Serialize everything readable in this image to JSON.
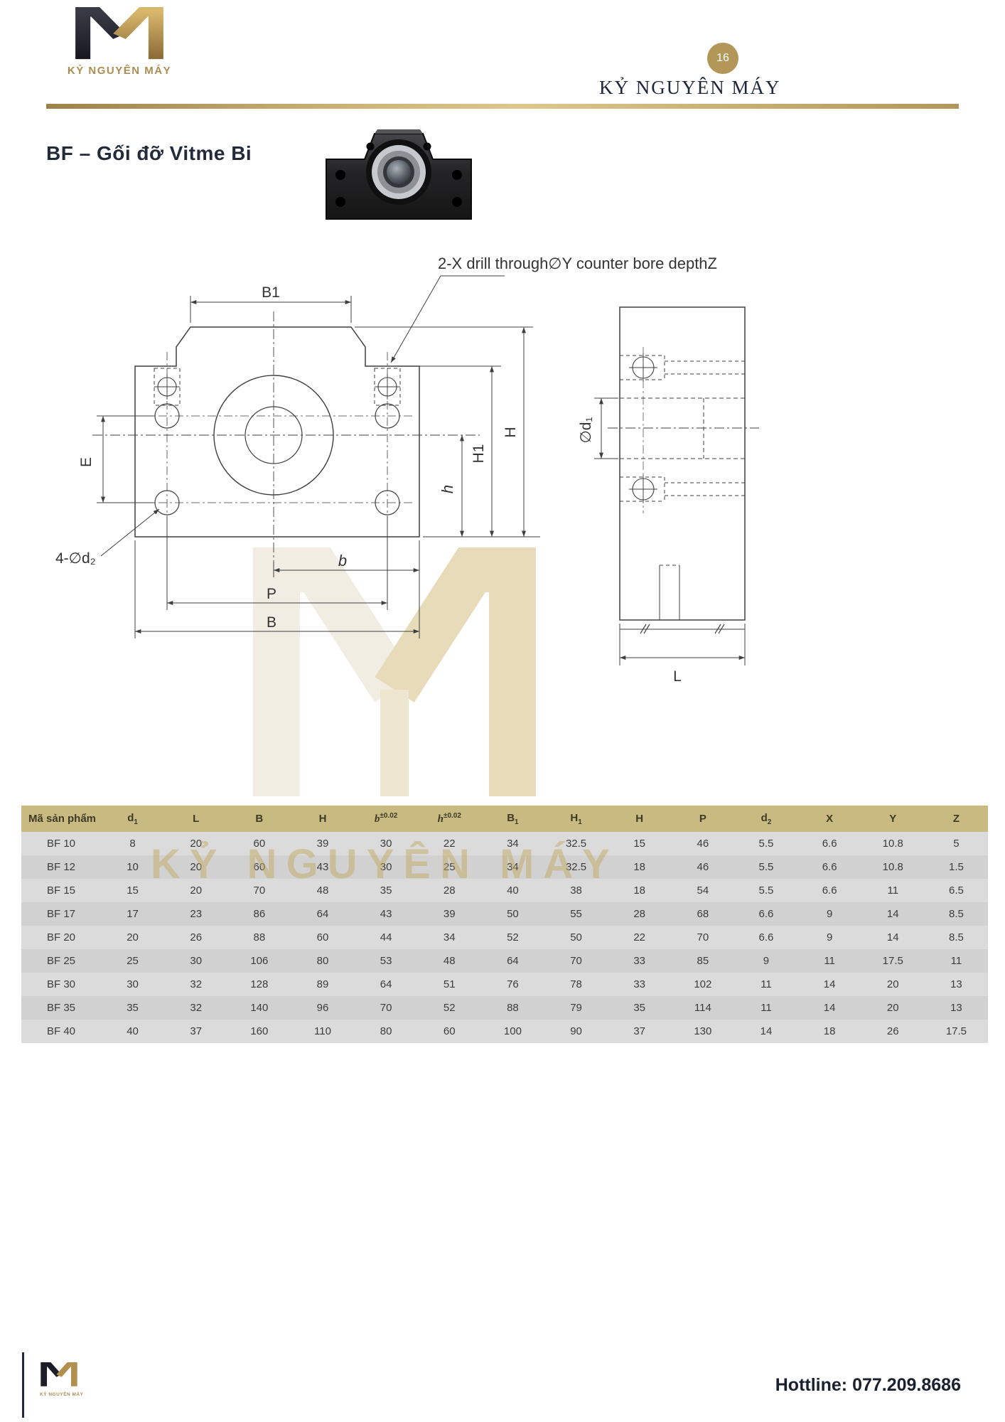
{
  "header": {
    "logo_text": "KỶ NGUYÊN MÁY",
    "page_number": "16",
    "brand_name": "KỶ NGUYÊN MÁY"
  },
  "title": "BF – Gối đỡ Vitme Bi",
  "drawing": {
    "callout": "2-X drill through∅Y counter bore depthZ",
    "labels": {
      "B1": "B1",
      "E": "E",
      "h": "h",
      "H1": "H1",
      "H": "H",
      "b": "b",
      "P": "P",
      "B": "B",
      "d2": "4-∅d₂",
      "d1": "∅d₁",
      "L": "L"
    }
  },
  "watermark_text": "KỶ NGUYÊN MÁY",
  "table": {
    "headers": [
      {
        "base": "Mã sản phẩm"
      },
      {
        "base": "d",
        "sub": "1"
      },
      {
        "base": "L"
      },
      {
        "base": "B"
      },
      {
        "base": "H"
      },
      {
        "base": "b",
        "sup": "±0.02",
        "italic": true
      },
      {
        "base": "h",
        "sup": "±0.02",
        "italic": true
      },
      {
        "base": "B",
        "sub": "1"
      },
      {
        "base": "H",
        "sub": "1"
      },
      {
        "base": "H"
      },
      {
        "base": "P"
      },
      {
        "base": "d",
        "sub": "2"
      },
      {
        "base": "X"
      },
      {
        "base": "Y"
      },
      {
        "base": "Z"
      }
    ],
    "rows": [
      [
        "BF 10",
        "8",
        "20",
        "60",
        "39",
        "30",
        "22",
        "34",
        "32.5",
        "15",
        "46",
        "5.5",
        "6.6",
        "10.8",
        "5"
      ],
      [
        "BF 12",
        "10",
        "20",
        "60",
        "43",
        "30",
        "25",
        "34",
        "32.5",
        "18",
        "46",
        "5.5",
        "6.6",
        "10.8",
        "1.5"
      ],
      [
        "BF 15",
        "15",
        "20",
        "70",
        "48",
        "35",
        "28",
        "40",
        "38",
        "18",
        "54",
        "5.5",
        "6.6",
        "11",
        "6.5"
      ],
      [
        "BF 17",
        "17",
        "23",
        "86",
        "64",
        "43",
        "39",
        "50",
        "55",
        "28",
        "68",
        "6.6",
        "9",
        "14",
        "8.5"
      ],
      [
        "BF 20",
        "20",
        "26",
        "88",
        "60",
        "44",
        "34",
        "52",
        "50",
        "22",
        "70",
        "6.6",
        "9",
        "14",
        "8.5"
      ],
      [
        "BF 25",
        "25",
        "30",
        "106",
        "80",
        "53",
        "48",
        "64",
        "70",
        "33",
        "85",
        "9",
        "11",
        "17.5",
        "11"
      ],
      [
        "BF 30",
        "30",
        "32",
        "128",
        "89",
        "64",
        "51",
        "76",
        "78",
        "33",
        "102",
        "11",
        "14",
        "20",
        "13"
      ],
      [
        "BF 35",
        "35",
        "32",
        "140",
        "96",
        "70",
        "52",
        "88",
        "79",
        "35",
        "114",
        "11",
        "14",
        "20",
        "13"
      ],
      [
        "BF 40",
        "40",
        "37",
        "160",
        "110",
        "80",
        "60",
        "100",
        "90",
        "37",
        "130",
        "14",
        "18",
        "26",
        "17.5"
      ]
    ]
  },
  "footer": {
    "hotline": "Hottline: 077.209.8686",
    "logo_text": "KỶ NGUYÊN MÁY"
  }
}
